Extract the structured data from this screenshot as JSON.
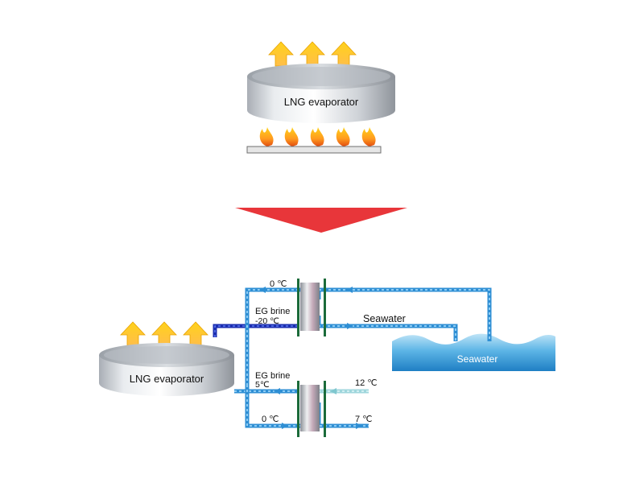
{
  "top": {
    "evaporator_label": "LNG evaporator"
  },
  "bottom": {
    "evaporator_label": "LNG evaporator",
    "seawater_label": "Seawater",
    "seawater_tank_label": "Seawater",
    "upper_hx": {
      "outlet_temp": "0 ℃",
      "brine_label": "EG brine",
      "brine_temp": "-20 ℃"
    },
    "lower_hx": {
      "brine_label": "EG brine",
      "brine_temp": "5℃",
      "outlet_temp": "0 ℃",
      "cold_in_temp": "12 ℃",
      "cold_out_temp": "7 ℃"
    }
  },
  "colors": {
    "transition_arrow": "#e8363a",
    "seawater": "#2f8fd4",
    "brine_cold": "#1c2fb0",
    "brine_warm": "#3aa0e0",
    "heat_arrow": "#f5b400",
    "plate_frame": "#1b6b3a"
  },
  "icons": [
    "heat-up-arrow-icon",
    "flame-icon",
    "transition-arrow-icon",
    "wave-icon"
  ]
}
